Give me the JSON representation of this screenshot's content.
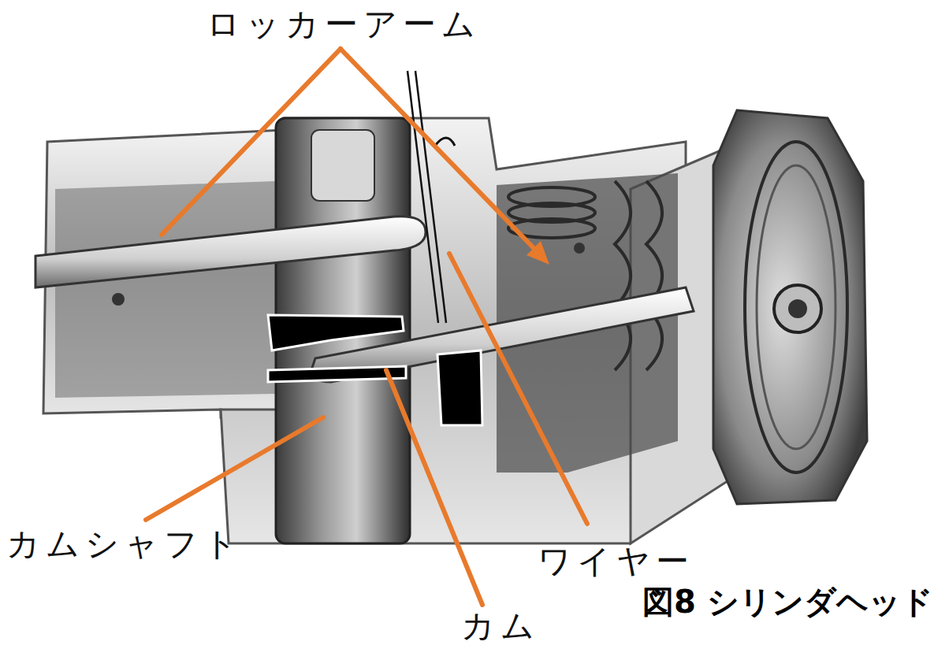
{
  "diagram": {
    "caption": "図8 シリンダヘッド",
    "labels": [
      "ロッカーアーム",
      "カムシャフト",
      "ワイヤー",
      "カム"
    ]
  }
}
